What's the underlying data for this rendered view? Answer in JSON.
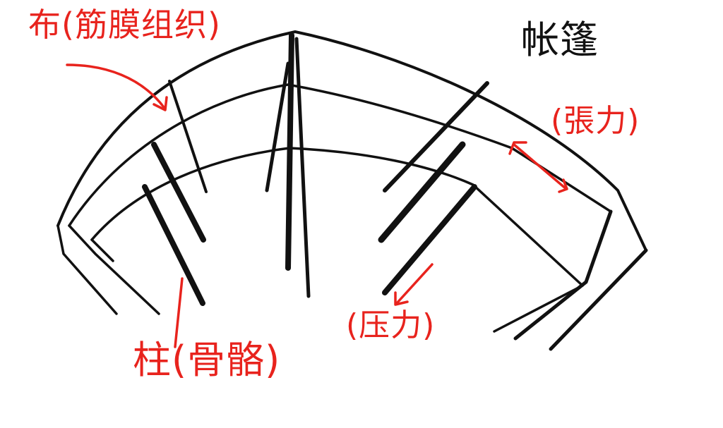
{
  "labels": {
    "cloth": "布(筋膜组织)",
    "tent": "帐篷",
    "tension": "(張力)",
    "compression": "(压力)",
    "pillar": "柱(骨骼)"
  },
  "colors": {
    "ink": "#111111",
    "annotation": "#e8231d",
    "background": "#ffffff"
  }
}
